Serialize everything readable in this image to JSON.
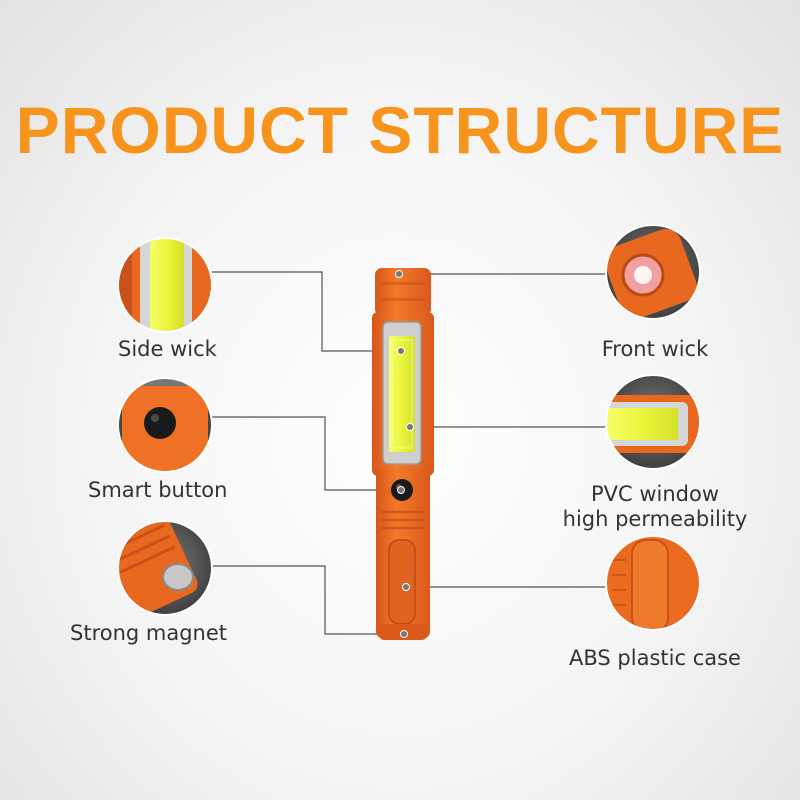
{
  "title": "PRODUCT STRUCTURE",
  "colors": {
    "accent": "#f7941d",
    "body_orange": "#f36f21",
    "cob_yellow": "#eaf53b",
    "line": "#555555"
  },
  "labels": {
    "side_wick": "Side wick",
    "smart_button": "Smart button",
    "strong_magnet": "Strong magnet",
    "front_wick": "Front wick",
    "pvc_line1": "PVC window",
    "pvc_line2": "high permeability",
    "abs_case": "ABS plastic case"
  }
}
